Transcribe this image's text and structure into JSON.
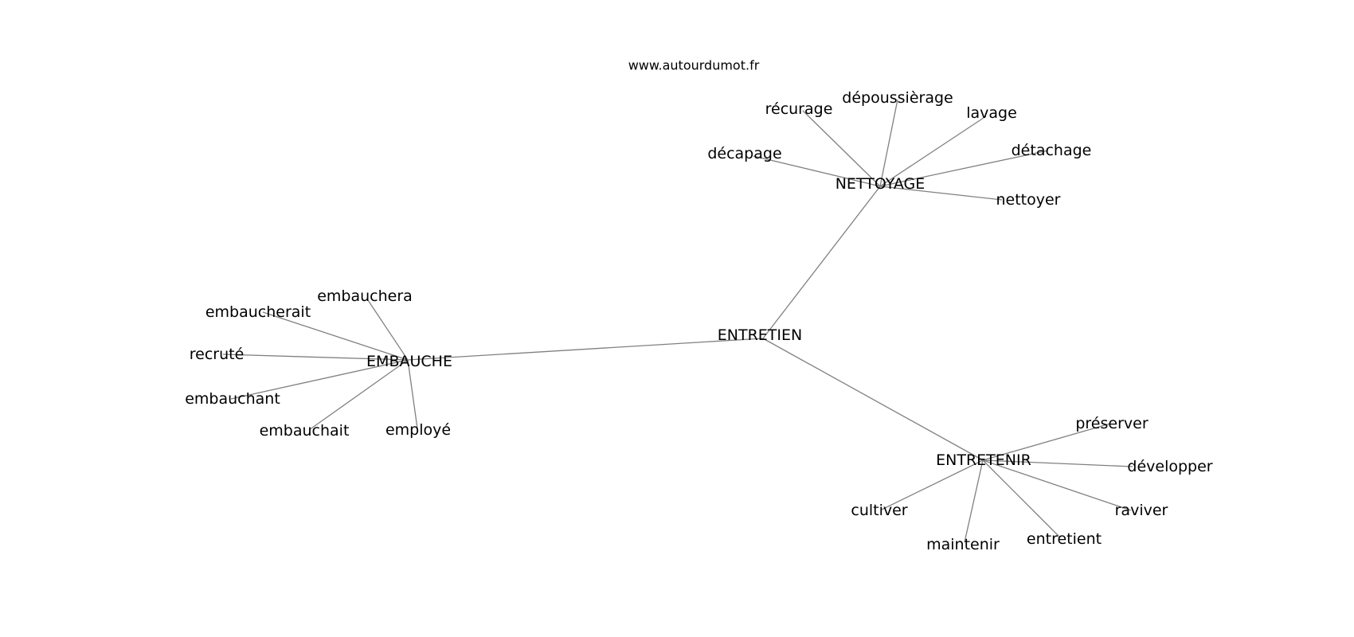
{
  "site": "www.autourdumot.fr",
  "colors": {
    "edge": "#808080",
    "text": "#000000",
    "background": "#ffffff"
  },
  "graph": {
    "nodes": [
      {
        "id": "entretien",
        "label": "ENTRETIEN"
      },
      {
        "id": "nettoyage",
        "label": "NETTOYAGE"
      },
      {
        "id": "embauche",
        "label": "EMBAUCHE"
      },
      {
        "id": "entretenir",
        "label": "ENTRETENIR"
      },
      {
        "id": "recurage",
        "label": "récurage"
      },
      {
        "id": "depoussierage",
        "label": "dépoussièrage"
      },
      {
        "id": "lavage",
        "label": "lavage"
      },
      {
        "id": "decapage",
        "label": "décapage"
      },
      {
        "id": "detachage",
        "label": "détachage"
      },
      {
        "id": "nettoyer",
        "label": "nettoyer"
      },
      {
        "id": "embauchera",
        "label": "embauchera"
      },
      {
        "id": "embaucherait",
        "label": "embaucherait"
      },
      {
        "id": "recrute",
        "label": "recruté"
      },
      {
        "id": "embauchant",
        "label": "embauchant"
      },
      {
        "id": "embauchait",
        "label": "embauchait"
      },
      {
        "id": "employe",
        "label": "employé"
      },
      {
        "id": "preserver",
        "label": "préserver"
      },
      {
        "id": "developper",
        "label": "développer"
      },
      {
        "id": "cultiver",
        "label": "cultiver"
      },
      {
        "id": "raviver",
        "label": "raviver"
      },
      {
        "id": "maintenir",
        "label": "maintenir"
      },
      {
        "id": "entretient",
        "label": "entretient"
      }
    ],
    "edges": [
      [
        "entretien",
        "nettoyage"
      ],
      [
        "entretien",
        "embauche"
      ],
      [
        "entretien",
        "entretenir"
      ],
      [
        "nettoyage",
        "recurage"
      ],
      [
        "nettoyage",
        "depoussierage"
      ],
      [
        "nettoyage",
        "lavage"
      ],
      [
        "nettoyage",
        "decapage"
      ],
      [
        "nettoyage",
        "detachage"
      ],
      [
        "nettoyage",
        "nettoyer"
      ],
      [
        "embauche",
        "embauchera"
      ],
      [
        "embauche",
        "embaucherait"
      ],
      [
        "embauche",
        "recrute"
      ],
      [
        "embauche",
        "embauchant"
      ],
      [
        "embauche",
        "embauchait"
      ],
      [
        "embauche",
        "employe"
      ],
      [
        "entretenir",
        "preserver"
      ],
      [
        "entretenir",
        "developper"
      ],
      [
        "entretenir",
        "cultiver"
      ],
      [
        "entretenir",
        "raviver"
      ],
      [
        "entretenir",
        "maintenir"
      ],
      [
        "entretenir",
        "entretient"
      ]
    ]
  }
}
